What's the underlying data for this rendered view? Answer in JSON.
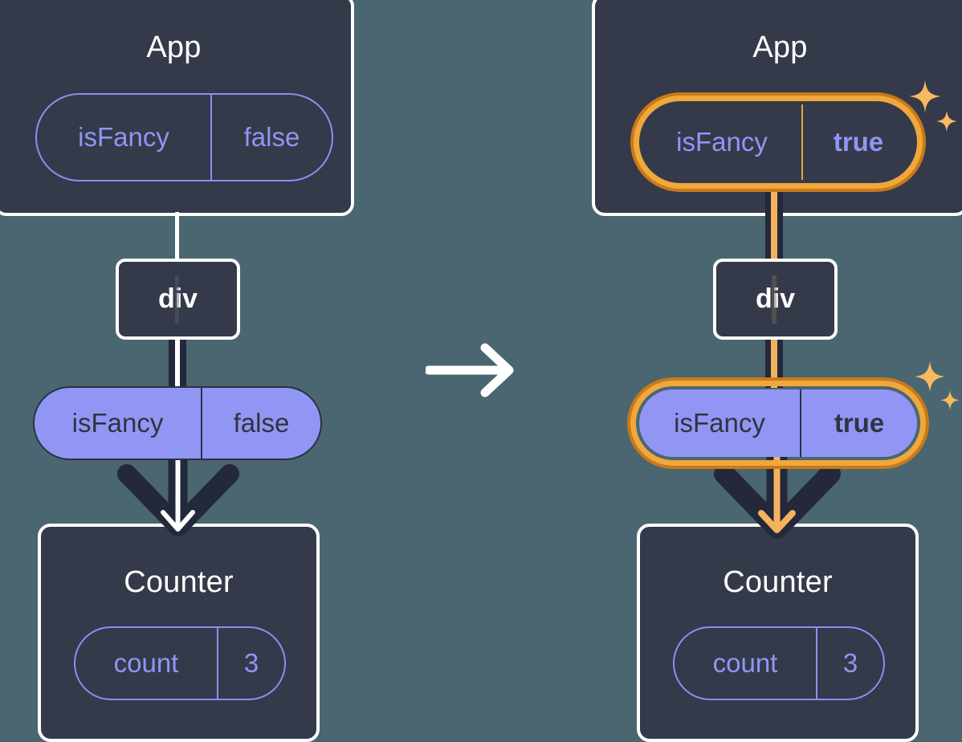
{
  "diagram": {
    "type": "react-state-propagation",
    "title_hidden": true,
    "colors": {
      "background": "#4a6670",
      "panel": "#343a49",
      "panel_border": "#ffffff",
      "purple_fill": "#9196f5",
      "purple_stroke": "#8b8ff5",
      "purple_text": "#9095f5",
      "dark_text": "#30343f",
      "highlight_orange": "#f0a73b",
      "highlight_orange_dark": "#c9791a",
      "edge_dark": "#23283a",
      "edge_light": "#ffffff",
      "edge_highlight": "#f4b25e",
      "sparkle": "#f8b960"
    },
    "transition_arrow": {
      "icon": "arrow-right-icon",
      "color": "#ffffff"
    },
    "panels": [
      {
        "id": "before",
        "app": {
          "title": "App",
          "state_pill": {
            "name": "isFancy",
            "value": "false",
            "style": "outline",
            "highlighted": false,
            "value_bold": false
          }
        },
        "node": {
          "label": "div"
        },
        "prop_pill": {
          "name": "isFancy",
          "value": "false",
          "style": "filled",
          "highlighted": false,
          "value_bold": false
        },
        "counter": {
          "title": "Counter",
          "state_pill": {
            "name": "count",
            "value": "3",
            "style": "outline",
            "highlighted": false,
            "value_bold": false
          }
        },
        "sparkles": false
      },
      {
        "id": "after",
        "app": {
          "title": "App",
          "state_pill": {
            "name": "isFancy",
            "value": "true",
            "style": "outline",
            "highlighted": true,
            "value_bold": true
          }
        },
        "node": {
          "label": "div"
        },
        "prop_pill": {
          "name": "isFancy",
          "value": "true",
          "style": "filled",
          "highlighted": true,
          "value_bold": true
        },
        "counter": {
          "title": "Counter",
          "state_pill": {
            "name": "count",
            "value": "3",
            "style": "outline",
            "highlighted": false,
            "value_bold": false
          }
        },
        "sparkles": true
      }
    ]
  }
}
